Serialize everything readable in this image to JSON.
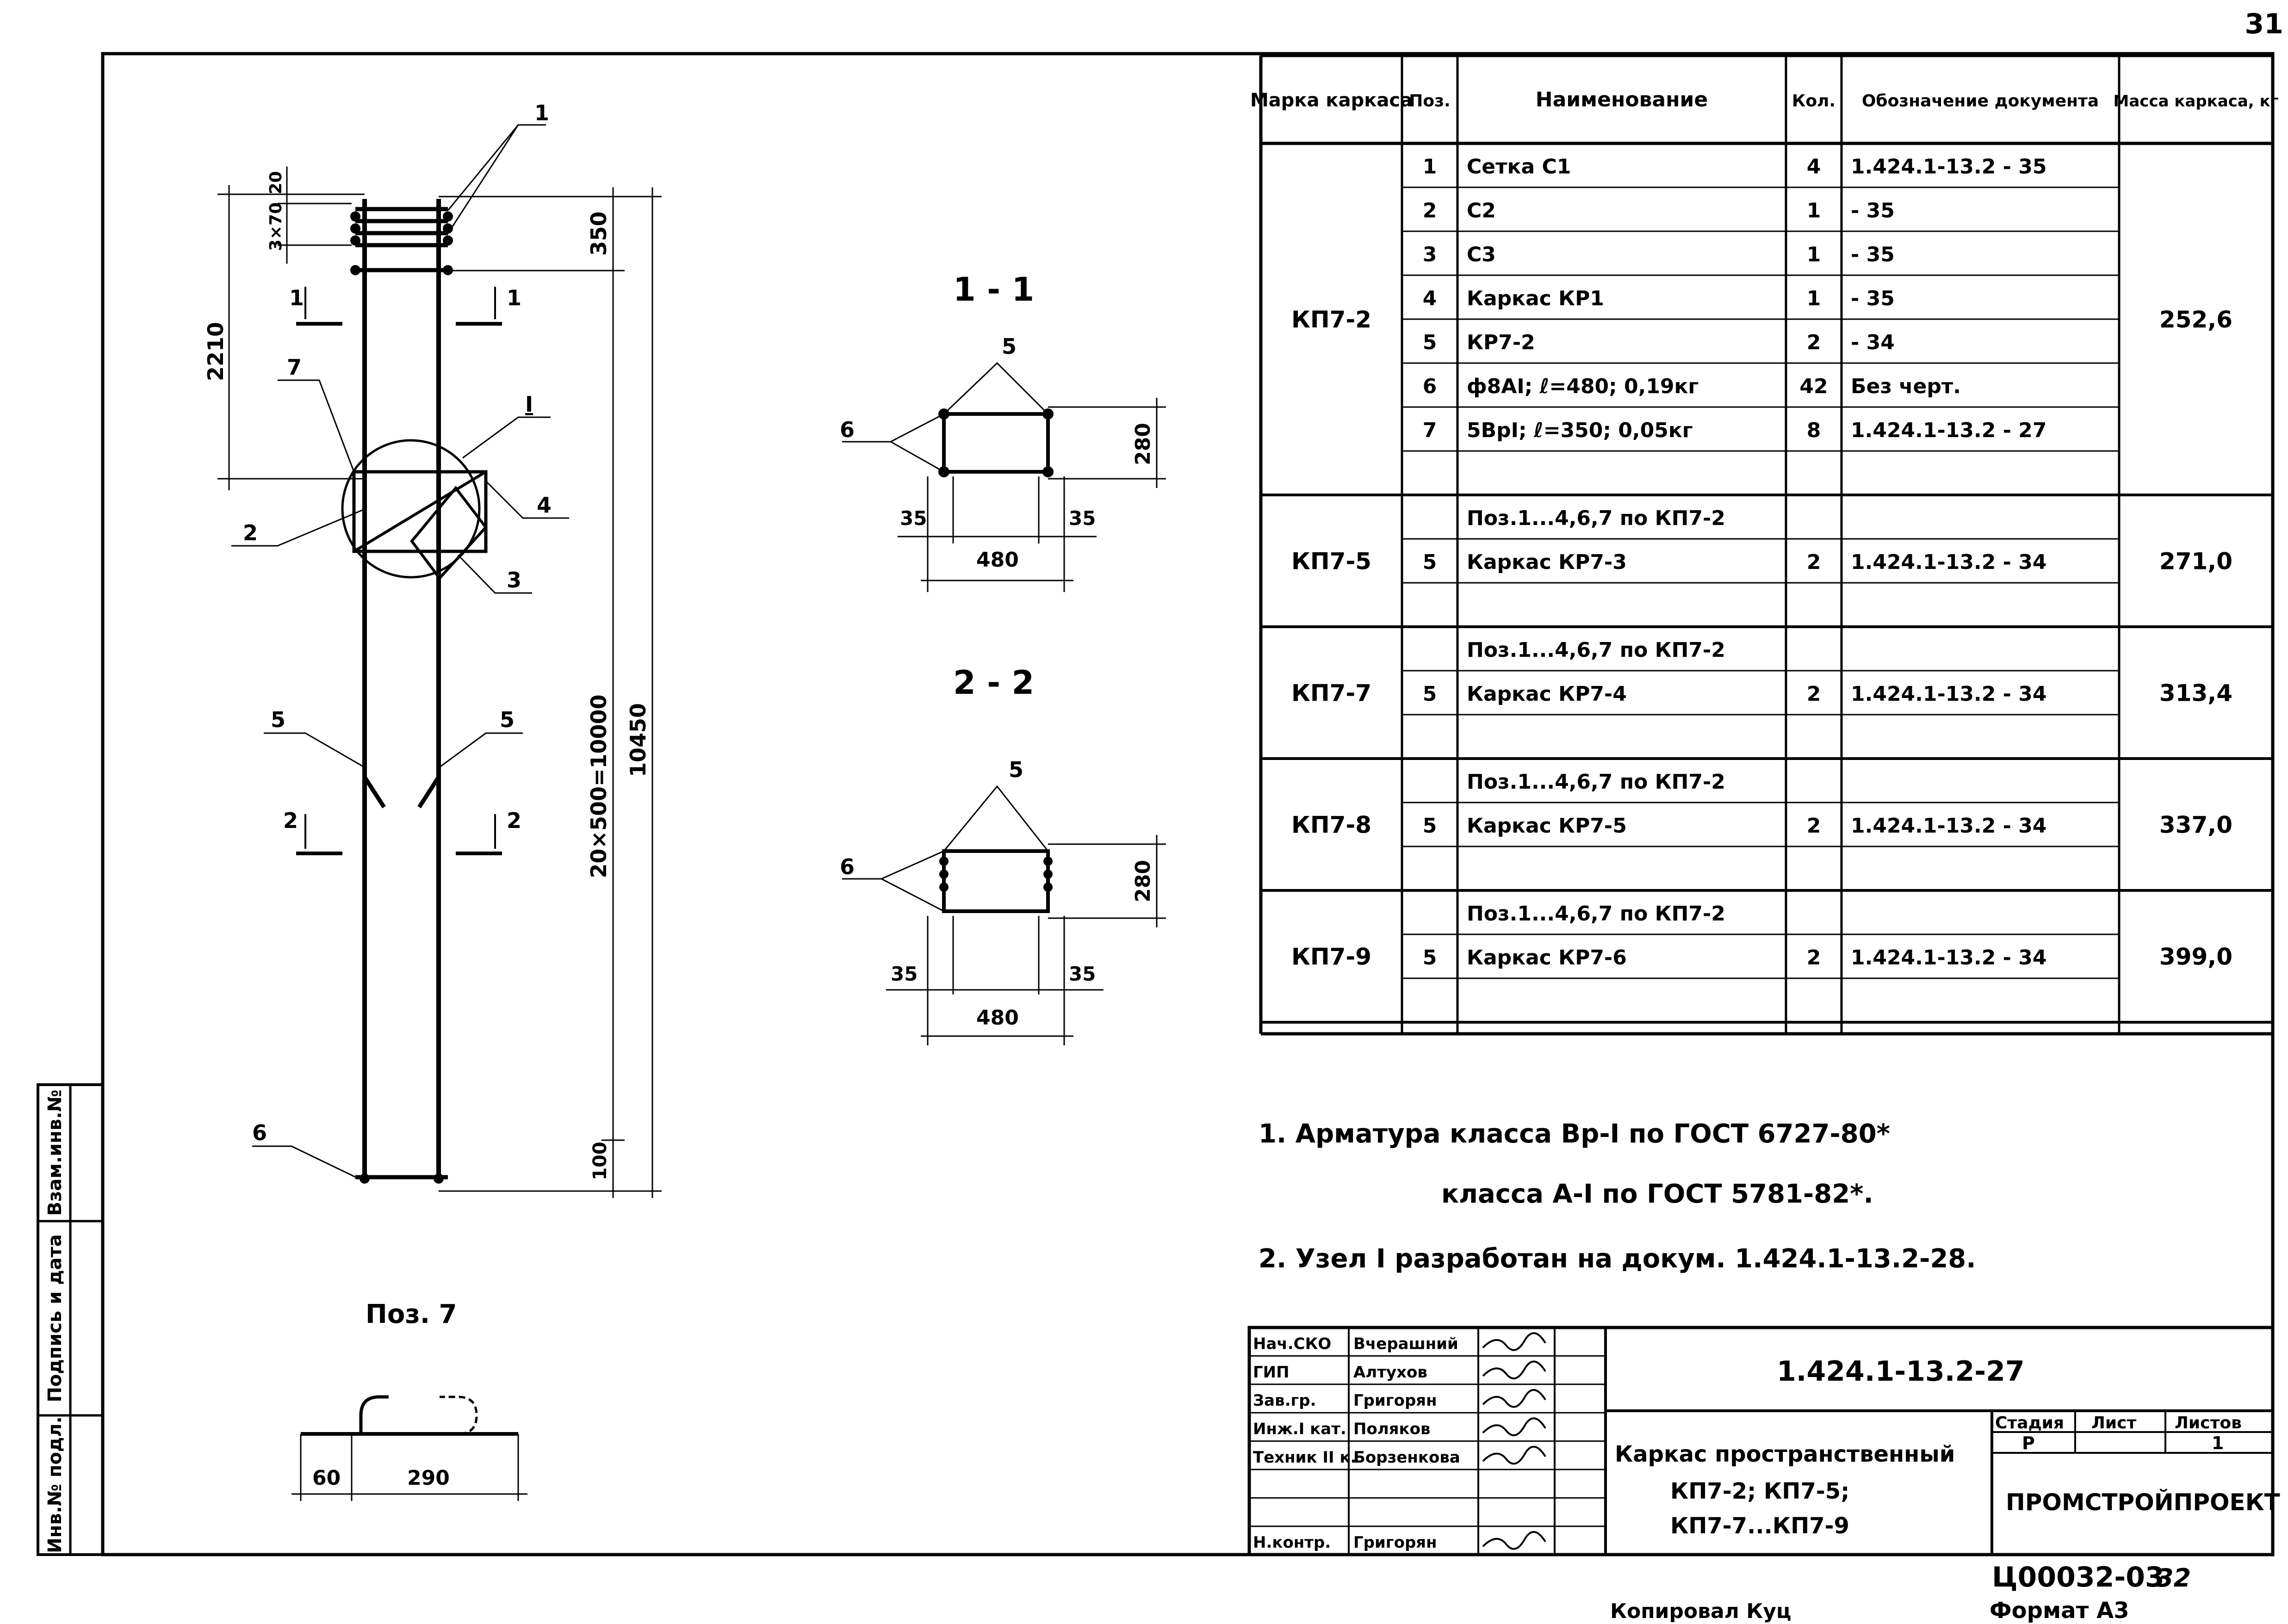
{
  "sheet": {
    "corner_number": "31",
    "doc_code": "1.424.1-13.2-27",
    "title_lines": [
      "Каркас пространственный",
      "КП7-2; КП7-5;",
      "КП7-7...КП7-9"
    ],
    "stage_header": "Стадия",
    "sheet_header": "Лист",
    "sheets_header": "Листов",
    "stage": "Р",
    "sheets": "1",
    "organization": "ПРОМСТРОЙПРОЕКТ",
    "archive_number": "Ц00032-03",
    "archive_page": "32",
    "copied_by": "Копировал Куц",
    "format": "Формат А3"
  },
  "side_stamp": [
    "Инв.№ подл.",
    "Подпись и дата",
    "Взам.инв.№"
  ],
  "signatures": [
    {
      "role": "Нач.СКО",
      "name": "Вчерашний"
    },
    {
      "role": "ГИП",
      "name": "Алтухов"
    },
    {
      "role": "Зав.гр.",
      "name": "Григорян"
    },
    {
      "role": "Инж.I кат.",
      "name": "Поляков"
    },
    {
      "role": "Техник II к.",
      "name": "Борзенкова"
    },
    {
      "role": "",
      "name": ""
    },
    {
      "role": "",
      "name": ""
    },
    {
      "role": "Н.контр.",
      "name": "Григорян"
    }
  ],
  "table": {
    "headers": [
      "Марка каркаса",
      "Поз.",
      "Наименование",
      "Кол.",
      "Обозначение документа",
      "Масса каркаса, кг"
    ],
    "groups": [
      {
        "mark": "КП7-2",
        "mass": "252,6",
        "rows": [
          {
            "pos": "1",
            "name": "Сетка С1",
            "qty": "4",
            "doc": "1.424.1-13.2 - 35"
          },
          {
            "pos": "2",
            "name": "С2",
            "qty": "1",
            "doc": "- 35"
          },
          {
            "pos": "3",
            "name": "С3",
            "qty": "1",
            "doc": "- 35"
          },
          {
            "pos": "4",
            "name": "Каркас КР1",
            "qty": "1",
            "doc": "- 35"
          },
          {
            "pos": "5",
            "name": "КР7-2",
            "qty": "2",
            "doc": "- 34"
          },
          {
            "pos": "6",
            "name": "ф8АI; ℓ=480; 0,19кг",
            "qty": "42",
            "doc": "Без черт."
          },
          {
            "pos": "7",
            "name": "5ВрI; ℓ=350; 0,05кг",
            "qty": "8",
            "doc": "1.424.1-13.2 - 27"
          },
          {
            "pos": "",
            "name": "",
            "qty": "",
            "doc": ""
          }
        ]
      },
      {
        "mark": "КП7-5",
        "mass": "271,0",
        "rows": [
          {
            "pos": "",
            "name": "Поз.1...4,6,7 по КП7-2",
            "qty": "",
            "doc": ""
          },
          {
            "pos": "5",
            "name": "Каркас КР7-3",
            "qty": "2",
            "doc": "1.424.1-13.2 - 34"
          },
          {
            "pos": "",
            "name": "",
            "qty": "",
            "doc": ""
          }
        ]
      },
      {
        "mark": "КП7-7",
        "mass": "313,4",
        "rows": [
          {
            "pos": "",
            "name": "Поз.1...4,6,7 по КП7-2",
            "qty": "",
            "doc": ""
          },
          {
            "pos": "5",
            "name": "Каркас КР7-4",
            "qty": "2",
            "doc": "1.424.1-13.2 - 34"
          },
          {
            "pos": "",
            "name": "",
            "qty": "",
            "doc": ""
          }
        ]
      },
      {
        "mark": "КП7-8",
        "mass": "337,0",
        "rows": [
          {
            "pos": "",
            "name": "Поз.1...4,6,7 по КП7-2",
            "qty": "",
            "doc": ""
          },
          {
            "pos": "5",
            "name": "Каркас КР7-5",
            "qty": "2",
            "doc": "1.424.1-13.2 - 34"
          },
          {
            "pos": "",
            "name": "",
            "qty": "",
            "doc": ""
          }
        ]
      },
      {
        "mark": "КП7-9",
        "mass": "399,0",
        "rows": [
          {
            "pos": "",
            "name": "Поз.1...4,6,7 по КП7-2",
            "qty": "",
            "doc": ""
          },
          {
            "pos": "5",
            "name": "Каркас КР7-6",
            "qty": "2",
            "doc": "1.424.1-13.2 - 34"
          },
          {
            "pos": "",
            "name": "",
            "qty": "",
            "doc": ""
          }
        ]
      }
    ]
  },
  "notes": [
    "1. Арматура класса Вр-I по ГОСТ 6727-80*",
    "класса А-I по ГОСТ 5781-82*.",
    "2. Узел I разработан на докум. 1.424.1-13.2-28."
  ],
  "drawing": {
    "dims_main": [
      "20",
      "3×70",
      "350",
      "2210",
      "20×500=10000",
      "10450",
      "100"
    ],
    "leaders_main": [
      "1",
      "7",
      "I",
      "2",
      "4",
      "3",
      "5",
      "5",
      "6"
    ],
    "cut_marks": [
      "1",
      "1",
      "2",
      "2"
    ],
    "section_1_title": "1 - 1",
    "section_2_title": "2 - 2",
    "section_labels": [
      "5",
      "6",
      "280",
      "35",
      "35",
      "480"
    ],
    "pos7_title": "Поз. 7",
    "pos7_dims": [
      "60",
      "290"
    ]
  }
}
